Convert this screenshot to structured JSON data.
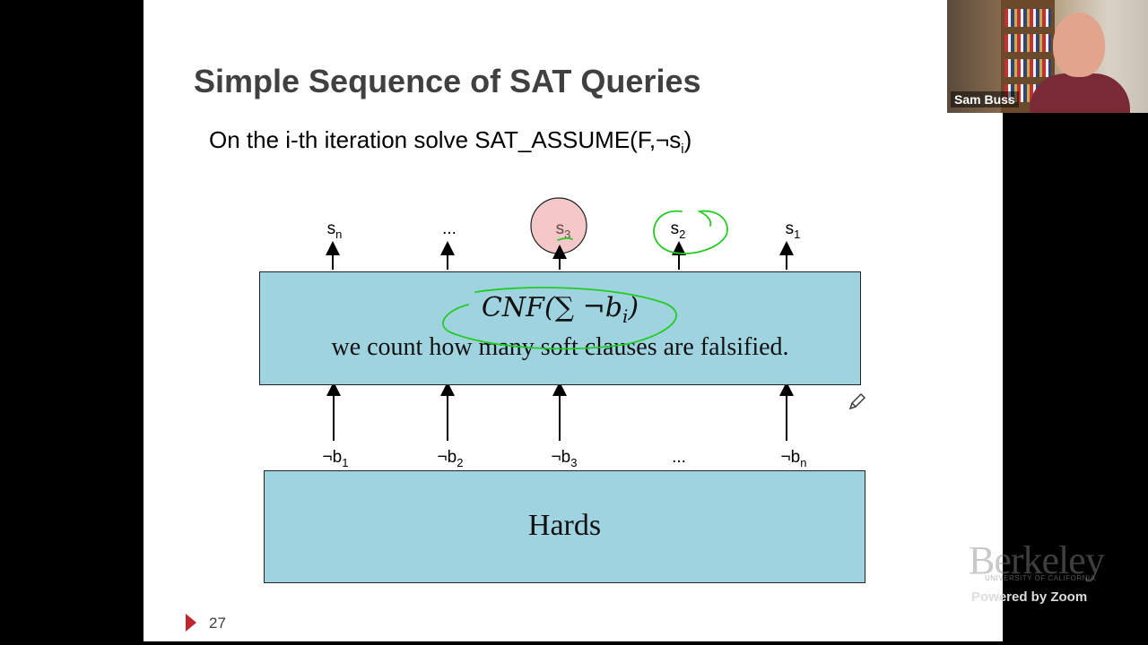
{
  "slide": {
    "title": "Simple Sequence of SAT Queries",
    "subtitle_text": "On the i-th iteration solve SAT_ASSUME(F,¬s",
    "subtitle_sub": "i",
    "subtitle_end": ")",
    "cnf_formula_main": "CNF(∑ ¬b",
    "cnf_formula_sub": "i",
    "cnf_formula_end": ")",
    "cnf_text": "we count how many soft clauses are falsified.",
    "hards_label": "Hards",
    "top_labels": [
      {
        "base": "s",
        "sub": "n"
      },
      {
        "base": "...",
        "sub": ""
      },
      {
        "base": "s",
        "sub": "3"
      },
      {
        "base": "s",
        "sub": "2"
      },
      {
        "base": "s",
        "sub": "1"
      }
    ],
    "bottom_labels": [
      {
        "base": "¬b",
        "sub": "1"
      },
      {
        "base": "¬b",
        "sub": "2"
      },
      {
        "base": "¬b",
        "sub": "3"
      },
      {
        "base": "...",
        "sub": ""
      },
      {
        "base": "¬b",
        "sub": "n"
      }
    ],
    "page_number": "27"
  },
  "video": {
    "participant_name": "Sam Buss"
  },
  "watermark": {
    "logo_text": "Berkeley",
    "logo_sub": "UNIVERSITY OF CALIFORNIA",
    "powered_by": "Powered by Zoom"
  },
  "colors": {
    "box_fill": "#a0d3e0",
    "highlight_circle": "#f4c7c8",
    "annotation_ink": "#22cc22",
    "page_marker": "#c0272d"
  }
}
